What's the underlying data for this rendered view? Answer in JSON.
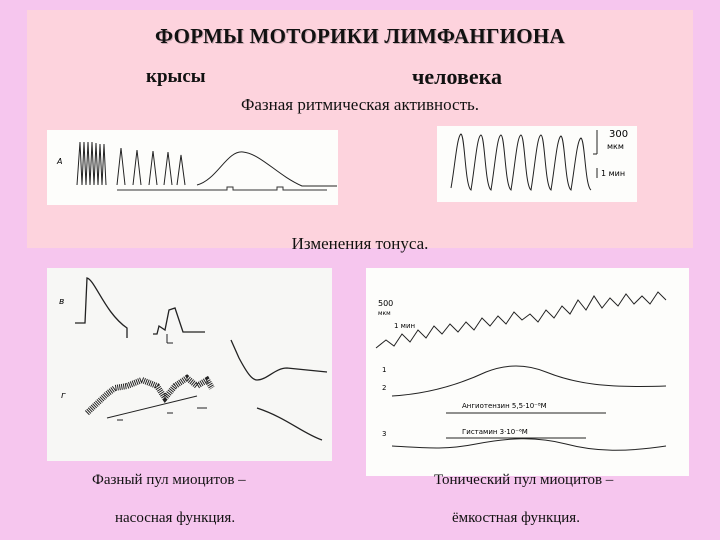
{
  "title": "ФОРМЫ МОТОРИКИ ЛИМФАНГИОНА",
  "label_rat": "крысы",
  "label_human": "человека",
  "subtitle_phasic": "Фазная ритмическая активность.",
  "subtitle_tonus": "Изменения тонуса.",
  "figure_texts": {
    "panel_a": "A",
    "scale_300": "300",
    "scale_unit": "мкм",
    "scale_time": "1 мин",
    "panel_v": "в",
    "panel_g": "г",
    "scale_500": "500",
    "scale_500_unit": "мкм",
    "scale_1min": "1 мин",
    "row_1": "1",
    "row_2": "2",
    "row_3": "3",
    "angiotensin": "Ангиотензин 5,5·10⁻⁸М",
    "histamine": "Гистамин 3·10⁻⁶М"
  },
  "caption_left_1": "Фазный пул миоцитов –",
  "caption_left_2": "насосная функция.",
  "caption_right_1": "Тонический пул миоцитов –",
  "caption_right_2": "ёмкостная функция."
}
